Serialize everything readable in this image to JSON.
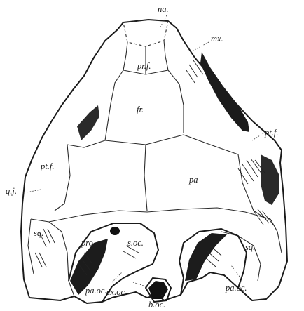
{
  "labels": {
    "na": "na.",
    "mx": "mx.",
    "prf": "pr.f.",
    "fr": "fr.",
    "ptf_right": "pt.f.",
    "ptf_left": "pt.f.",
    "qj": "q.j.",
    "pa": "pa",
    "sq_left": "sq.",
    "sq_right": "sq.",
    "pro": "pro",
    "soc": "s.oc.",
    "paoc_left": "pa.oc.",
    "exoc": "ex.oc.",
    "boc": "b.oc.",
    "paoc_right": "pa.oc."
  }
}
